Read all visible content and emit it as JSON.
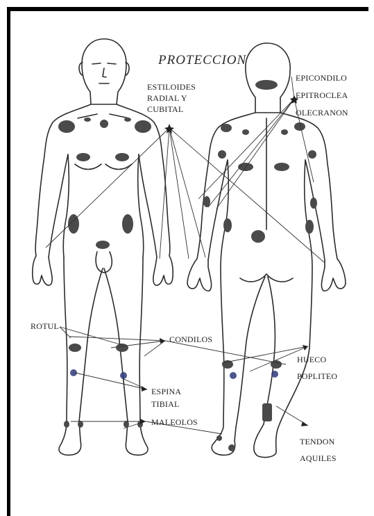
{
  "title": "PROTECCION",
  "labels": {
    "estiloides": [
      "ESTILOIDES",
      "RADIAL Y",
      "CUBITAL"
    ],
    "epicondilo": "EPICONDILO",
    "epitroclea": "EPITROCLEA",
    "olecranon": "OLECRANON",
    "rotula": "ROTUL",
    "condilos": "CONDILOS",
    "hueco": "HUECO",
    "popliteo": "POPLITEO",
    "espina": "ESPINA",
    "tibial": "TIBIAL",
    "maleolos": "MALEOLOS",
    "tendon": "TENDON",
    "aquiles": "AQUILES"
  },
  "colors": {
    "outline": "#2b2b2b",
    "pressure_zone": "#4a4a4a",
    "knee_dot": "#2e3a7a",
    "frame": "#000000"
  }
}
